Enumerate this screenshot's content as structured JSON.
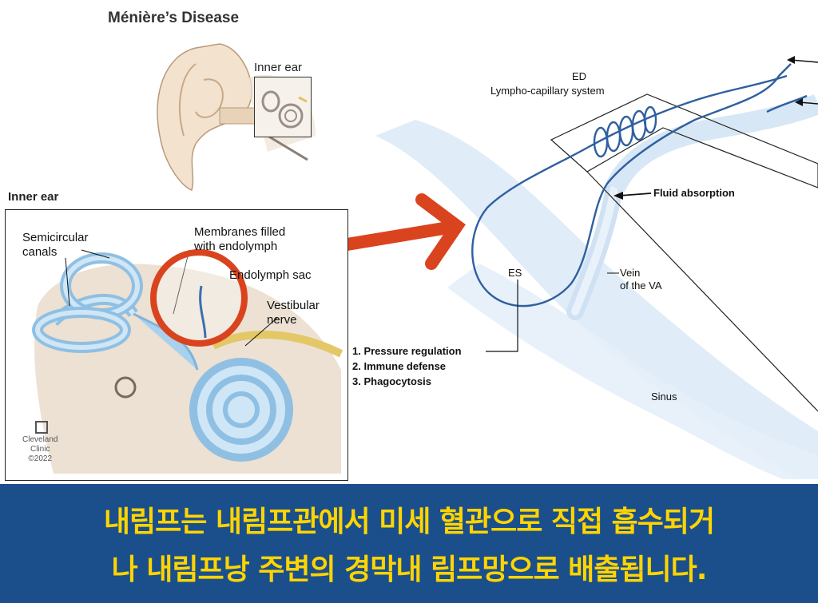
{
  "top_illustration": {
    "title": "Ménière’s Disease",
    "callout_label": "Inner ear"
  },
  "inner_ear_panel": {
    "heading": "Inner ear",
    "labels": {
      "semicircular": "Semicircular",
      "canals": "canals",
      "membranes_1": "Membranes filled",
      "membranes_2": "with endolymph",
      "endolymph_sac": "Endolymph sac",
      "vestibular": "Vestibular",
      "nerve": "nerve"
    },
    "logo": {
      "line1": "Cleveland",
      "line2": "Clinic",
      "line3": "©2022"
    }
  },
  "right_diagram": {
    "ed_label": "ED",
    "system_label": "Lympho-capillary system",
    "fluid_absorption": "Fluid absorption",
    "es_label": "ES",
    "vein_1": "Vein",
    "vein_2": "of the VA",
    "functions": [
      "1. Pressure regulation",
      "2. Immune defense",
      "3. Phagocytosis"
    ],
    "sinus_label": "Sinus"
  },
  "caption": {
    "line1": "내림프는 내림프관에서 미세 혈관으로 직접 흡수되거",
    "line2": "나 내림프낭 주변의 경막내 림프망으로 배출됩니다."
  },
  "colors": {
    "banner_bg": "#1a4f8c",
    "banner_text": "#ffd400",
    "arrow": "#d9441f",
    "duct": "#2f5fa0",
    "sinus_fill": "#d6e6f5"
  }
}
